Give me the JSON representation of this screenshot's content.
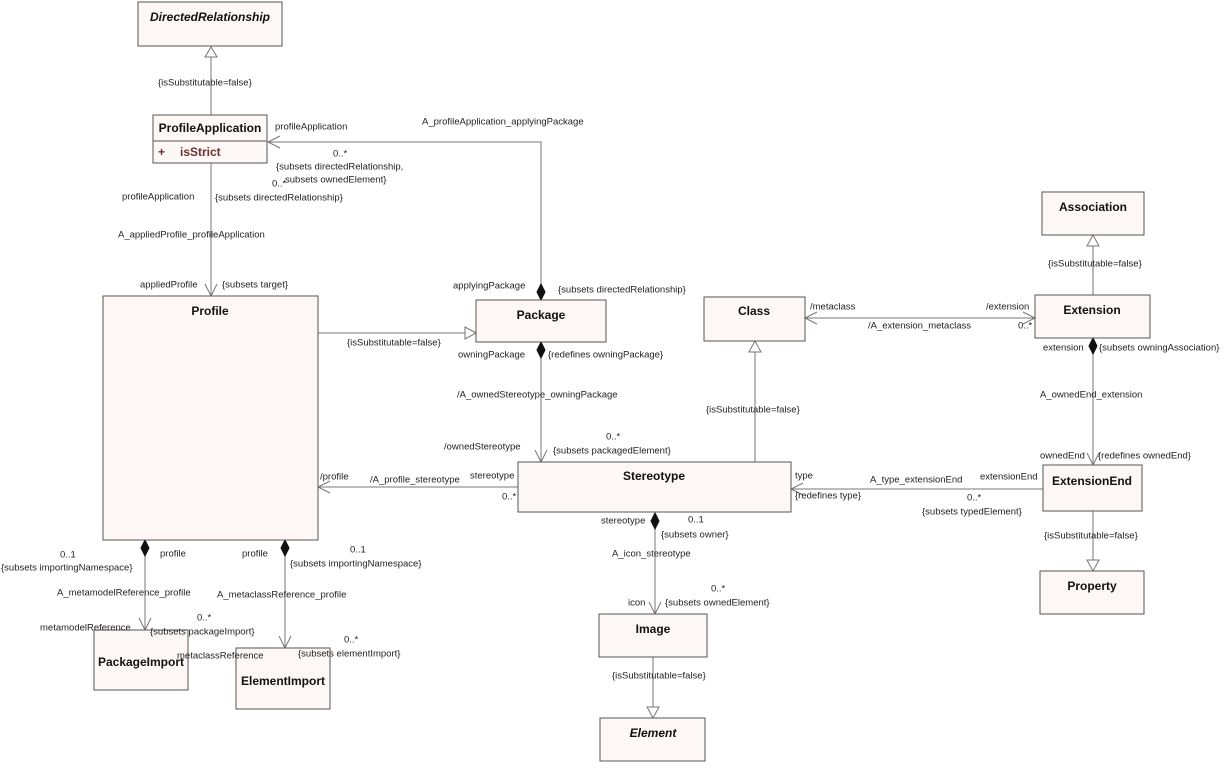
{
  "classes": {
    "directedRelationship": "DirectedRelationship",
    "profileApplication": "ProfileApplication",
    "profileApplicationAttrVis": "+",
    "profileApplicationAttr": "isStrict",
    "profile": "Profile",
    "package": "Package",
    "class": "Class",
    "association": "Association",
    "extension": "Extension",
    "stereotype": "Stereotype",
    "extensionEnd": "ExtensionEnd",
    "property": "Property",
    "image": "Image",
    "element": "Element",
    "packageImport": "PackageImport",
    "elementImport": "ElementImport"
  },
  "labels": [
    "{isSubstitutable=false}",
    "profileApplication",
    "{subsets directedRelationship}",
    "A_appliedProfile_profileApplication",
    "appliedProfile",
    "{subsets target}",
    "profileApplication",
    "A_profileApplication_applyingPackage",
    "0..*",
    "{subsets directedRelationship,",
    "subsets ownedElement}",
    "0..*",
    "applyingPackage",
    "{subsets directedRelationship}",
    "{isSubstitutable=false}",
    "owningPackage",
    "{redefines owningPackage}",
    "/A_ownedStereotype_owningPackage",
    "/ownedStereotype",
    "0..*",
    "{subsets packagedElement}",
    "/profile",
    "/A_profile_stereotype",
    "stereotype",
    "0..*",
    "{isSubstitutable=false}",
    "/metaclass",
    "/extension",
    "/A_extension_metaclass",
    "0..*",
    "{isSubstitutable=false}",
    "extension",
    "{subsets owningAssociation}",
    "A_ownedEnd_extension",
    "ownedEnd",
    "{redefines ownedEnd}",
    "type",
    "{redefines type}",
    "A_type_extensionEnd",
    "extensionEnd",
    "0..*",
    "{subsets typedElement}",
    "{isSubstitutable=false}",
    "stereotype",
    "0..1",
    "{subsets owner}",
    "A_icon_stereotype",
    "0..*",
    "{subsets ownedElement}",
    "icon",
    "{isSubstitutable=false}",
    "0..1",
    "{subsets importingNamespace}",
    "profile",
    "A_metamodelReference_profile",
    "0..*",
    "{subsets packageImport}",
    "metamodelReference",
    "profile",
    "0..1",
    "{subsets importingNamespace}",
    "A_metaclassReference_profile",
    "0..*",
    "{subsets elementImport}",
    "metaclassReference"
  ]
}
